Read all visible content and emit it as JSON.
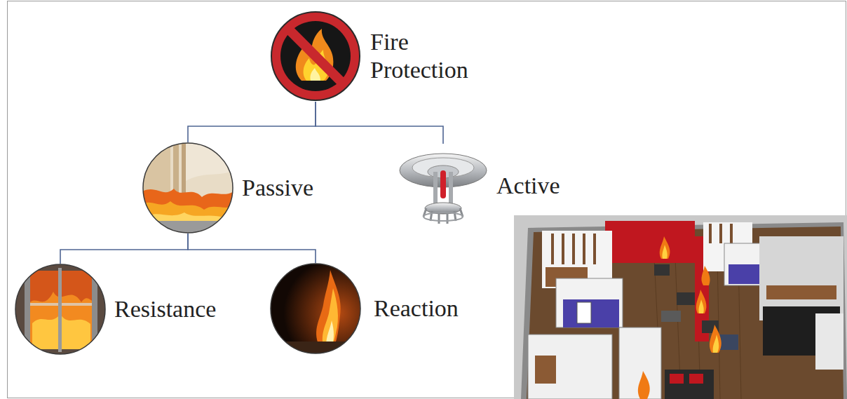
{
  "diagram": {
    "nodes": [
      {
        "text": [
          "Fire Protection"
        ]
      },
      {
        "text": [
          "Passive"
        ]
      },
      {
        "text": [
          "Active"
        ]
      },
      {
        "text": [
          "Resistance"
        ]
      },
      {
        "text": [
          "Reaction"
        ]
      }
    ],
    "edges": [
      {
        "from": 0,
        "to": 1,
        "arrow": "none"
      },
      {
        "from": 0,
        "to": 2,
        "arrow": "none"
      },
      {
        "from": 1,
        "to": 3,
        "arrow": "none"
      },
      {
        "from": 1,
        "to": 4,
        "arrow": "none"
      }
    ]
  }
}
